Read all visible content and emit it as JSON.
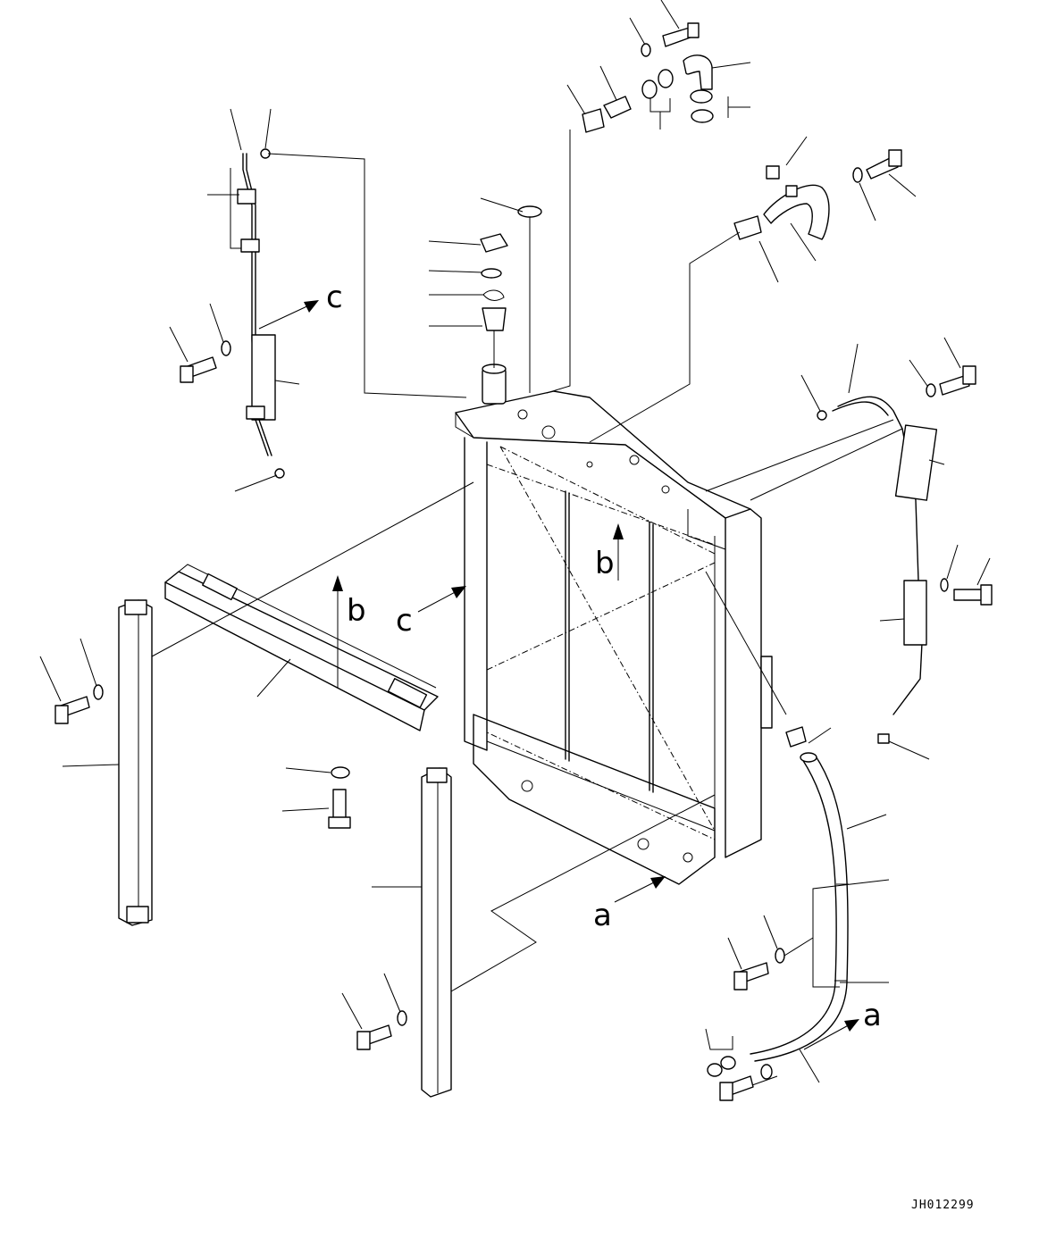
{
  "drawing": {
    "code": "JH012299",
    "view_labels": {
      "a": "a",
      "b": "b",
      "c": "c"
    },
    "colors": {
      "line": "#000000",
      "background": "#ffffff"
    }
  }
}
